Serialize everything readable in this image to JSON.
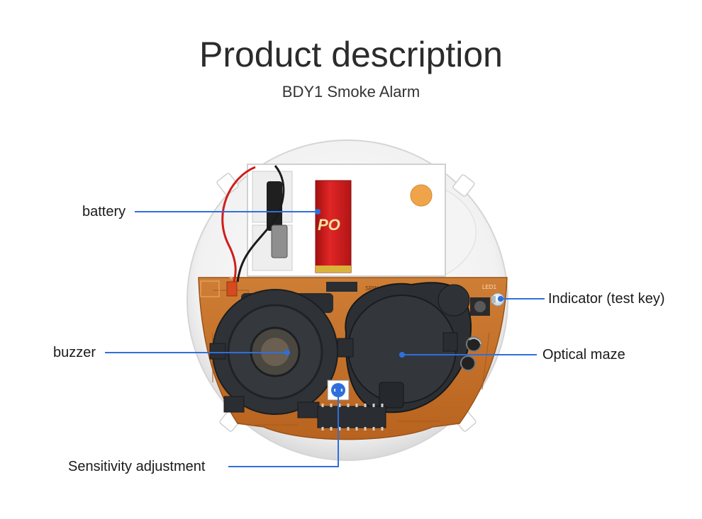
{
  "title": "Product description",
  "subtitle": "BDY1 Smoke Alarm",
  "battery_brand": "PO",
  "pcb_texts": {
    "led": "LED1",
    "spin": "SPIN"
  },
  "callouts": {
    "battery": "battery",
    "buzzer": "buzzer",
    "sensitivity": "Sensitivity adjustment",
    "indicator": "Indicator (test key)",
    "optical_maze": "Optical maze"
  },
  "colors": {
    "leader_line": "#2f6fdc",
    "pcb": "#c7722b",
    "battery_red": "#d31f1f",
    "component_black": "#2a2d31"
  }
}
